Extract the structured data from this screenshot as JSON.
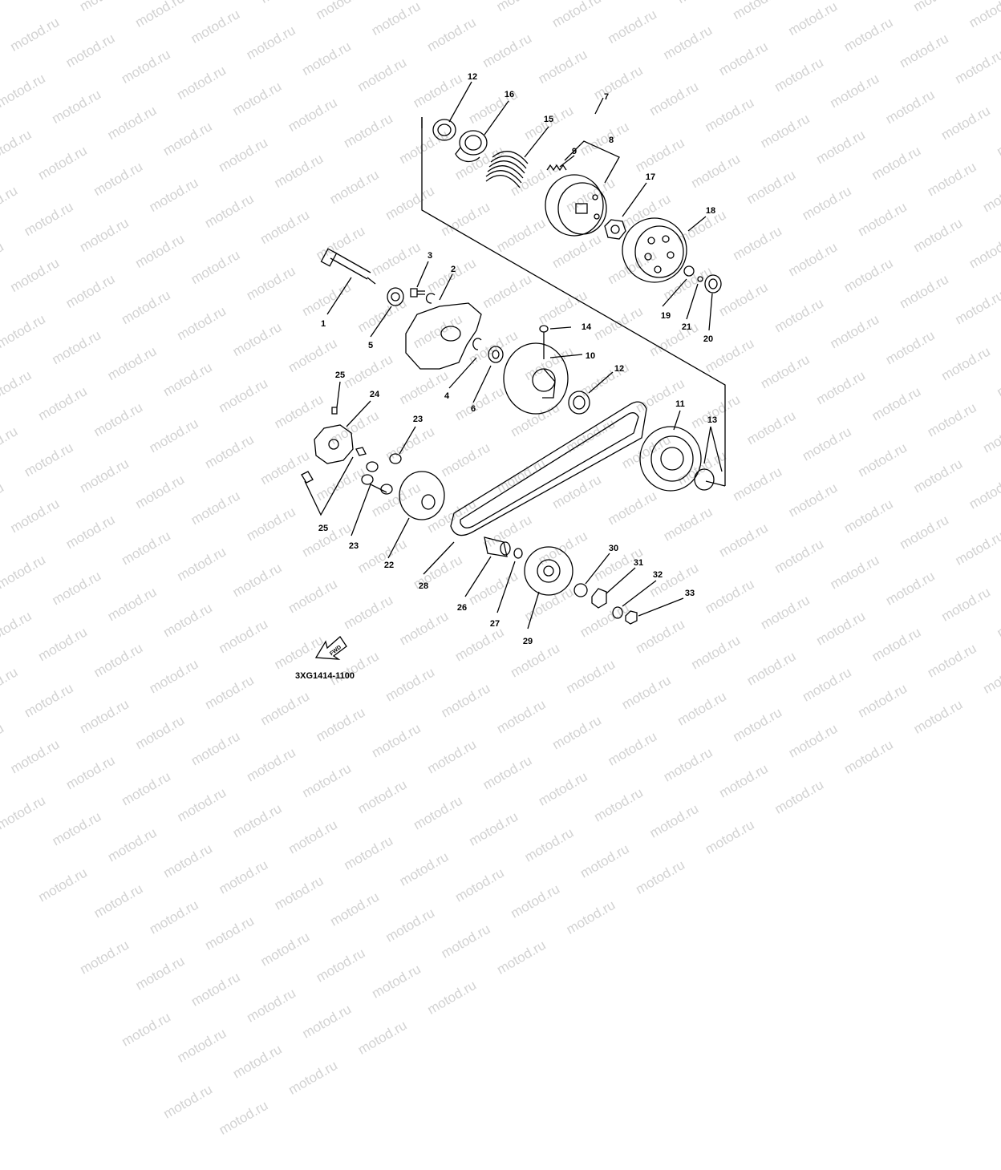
{
  "watermark": "motod.ru",
  "diagram_code": "3XG1414-1100",
  "fwd_label": "FWD",
  "colors": {
    "line": "#000000",
    "watermark": "#d2d2d2",
    "background": "#ffffff"
  },
  "callouts": [
    "12",
    "16",
    "15",
    "7",
    "8",
    "9",
    "17",
    "18",
    "3",
    "2",
    "1",
    "5",
    "19",
    "21",
    "20",
    "14",
    "10",
    "12",
    "4",
    "6",
    "25",
    "24",
    "23",
    "11",
    "13",
    "25",
    "23",
    "22",
    "28",
    "26",
    "27",
    "29",
    "30",
    "31",
    "32",
    "33"
  ]
}
